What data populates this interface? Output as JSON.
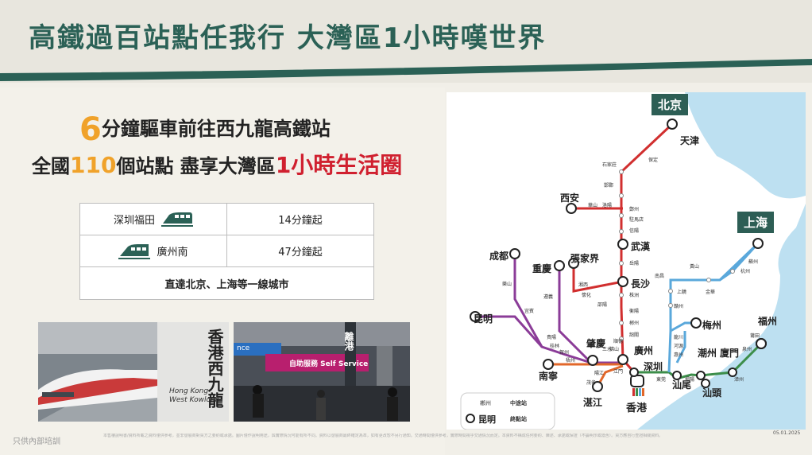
{
  "title": "高鐵過百站點任我行 大灣區1小時嘆世界",
  "headline": {
    "line1_num": "6",
    "line1_text": "分鐘驅車前往西九龍高鐵站",
    "line2_a": "全國",
    "line2_num": "110",
    "line2_b": "個站點 盡享大灣區",
    "line2_red": "1小時生活圈"
  },
  "table": {
    "rows": [
      {
        "station": "深圳福田",
        "time": "14分鐘起"
      },
      {
        "station": "廣州南",
        "time": "47分鐘起"
      }
    ],
    "footer_row": "直達北京、上海等一線城市"
  },
  "photos": {
    "sign_text": "香港西九龍",
    "sign_en1": "Hong Kong",
    "sign_en2": "West Kowloon",
    "banner": "自助服務 Self Service",
    "pillar": "離港",
    "left_sign": "nce"
  },
  "footer": "只供內部培訓",
  "disclaimer": "本售樓說明書/資料所載之資料僅供參考，並非發展商對買方之要約或承諾。圖片僅作說明用途，與實際情況可能有所不同。資料以發展商最終確定為準，如有更改恕不另行通知。交通時間僅供參考，實際時間視乎交通情況而定。本資料不構成任何要約、陳述、承諾或保證（不論明示或隱含）。買方應自行查證相關資料。",
  "date": "05.01.2025",
  "map": {
    "cities": {
      "beijing": "北京",
      "shanghai": "上海",
      "tianjin": "天津",
      "xian": "西安",
      "wuhan": "武漢",
      "changsha": "長沙",
      "chengdu": "成都",
      "chongqing": "重慶",
      "zhangjiajie": "張家界",
      "kunming": "昆明",
      "zhaoqing": "肇慶",
      "guangzhou": "廣州",
      "shenzhen": "深圳",
      "hongkong": "香港",
      "nanning": "南寧",
      "zhanjiang": "湛江",
      "meizhou": "梅州",
      "shanwei": "汕尾",
      "chaozhou": "潮州",
      "shantou": "汕頭",
      "xiamen": "廈門",
      "fuzhou": "福州"
    },
    "stops": {
      "shijiazhuang": "石家莊",
      "handan": "邯鄲",
      "zhengzhou": "鄭州",
      "zhumadian": "駐馬店",
      "xinyang": "信陽",
      "yueyang": "岳陽",
      "zhuzhou": "株洲",
      "hengyang": "衡陽",
      "chenzhou": "郴州",
      "shaoguan": "韶關",
      "huashan": "華山",
      "luoyang": "洛陽",
      "baoding": "保定",
      "leshan": "樂山",
      "zunyi": "遵義",
      "yibin": "宜賓",
      "guiyang": "貴陽",
      "guilin": "桂林",
      "hezhou": "賀州",
      "wuzhou": "梧州",
      "xiangxi": "湘西",
      "huaihua": "懷化",
      "shaoyang": "邵陽",
      "huangshan": "黃山",
      "nanchang": "南昌",
      "shangrao": "上饒",
      "jinhua": "金華",
      "ganzhou": "贛州",
      "heyuan": "河源",
      "huizhou": "惠州",
      "longchuan": "龍川",
      "suzhou": "蘇州",
      "hangzhou": "杭州",
      "putian": "莆田",
      "quanzhou": "泉州",
      "zhangzhou": "漳州",
      "jieyang": "揭陽",
      "dongguan": "東莞",
      "foshan": "佛山",
      "sanshui": "三水",
      "yangjiang": "陽江",
      "jiangmen": "江門",
      "maoming": "茂名",
      "shunde": "順德"
    },
    "legend": {
      "mid_sample": "郴州",
      "mid_label": "中途站",
      "end_sample": "昆明",
      "end_label": "終點站"
    }
  }
}
